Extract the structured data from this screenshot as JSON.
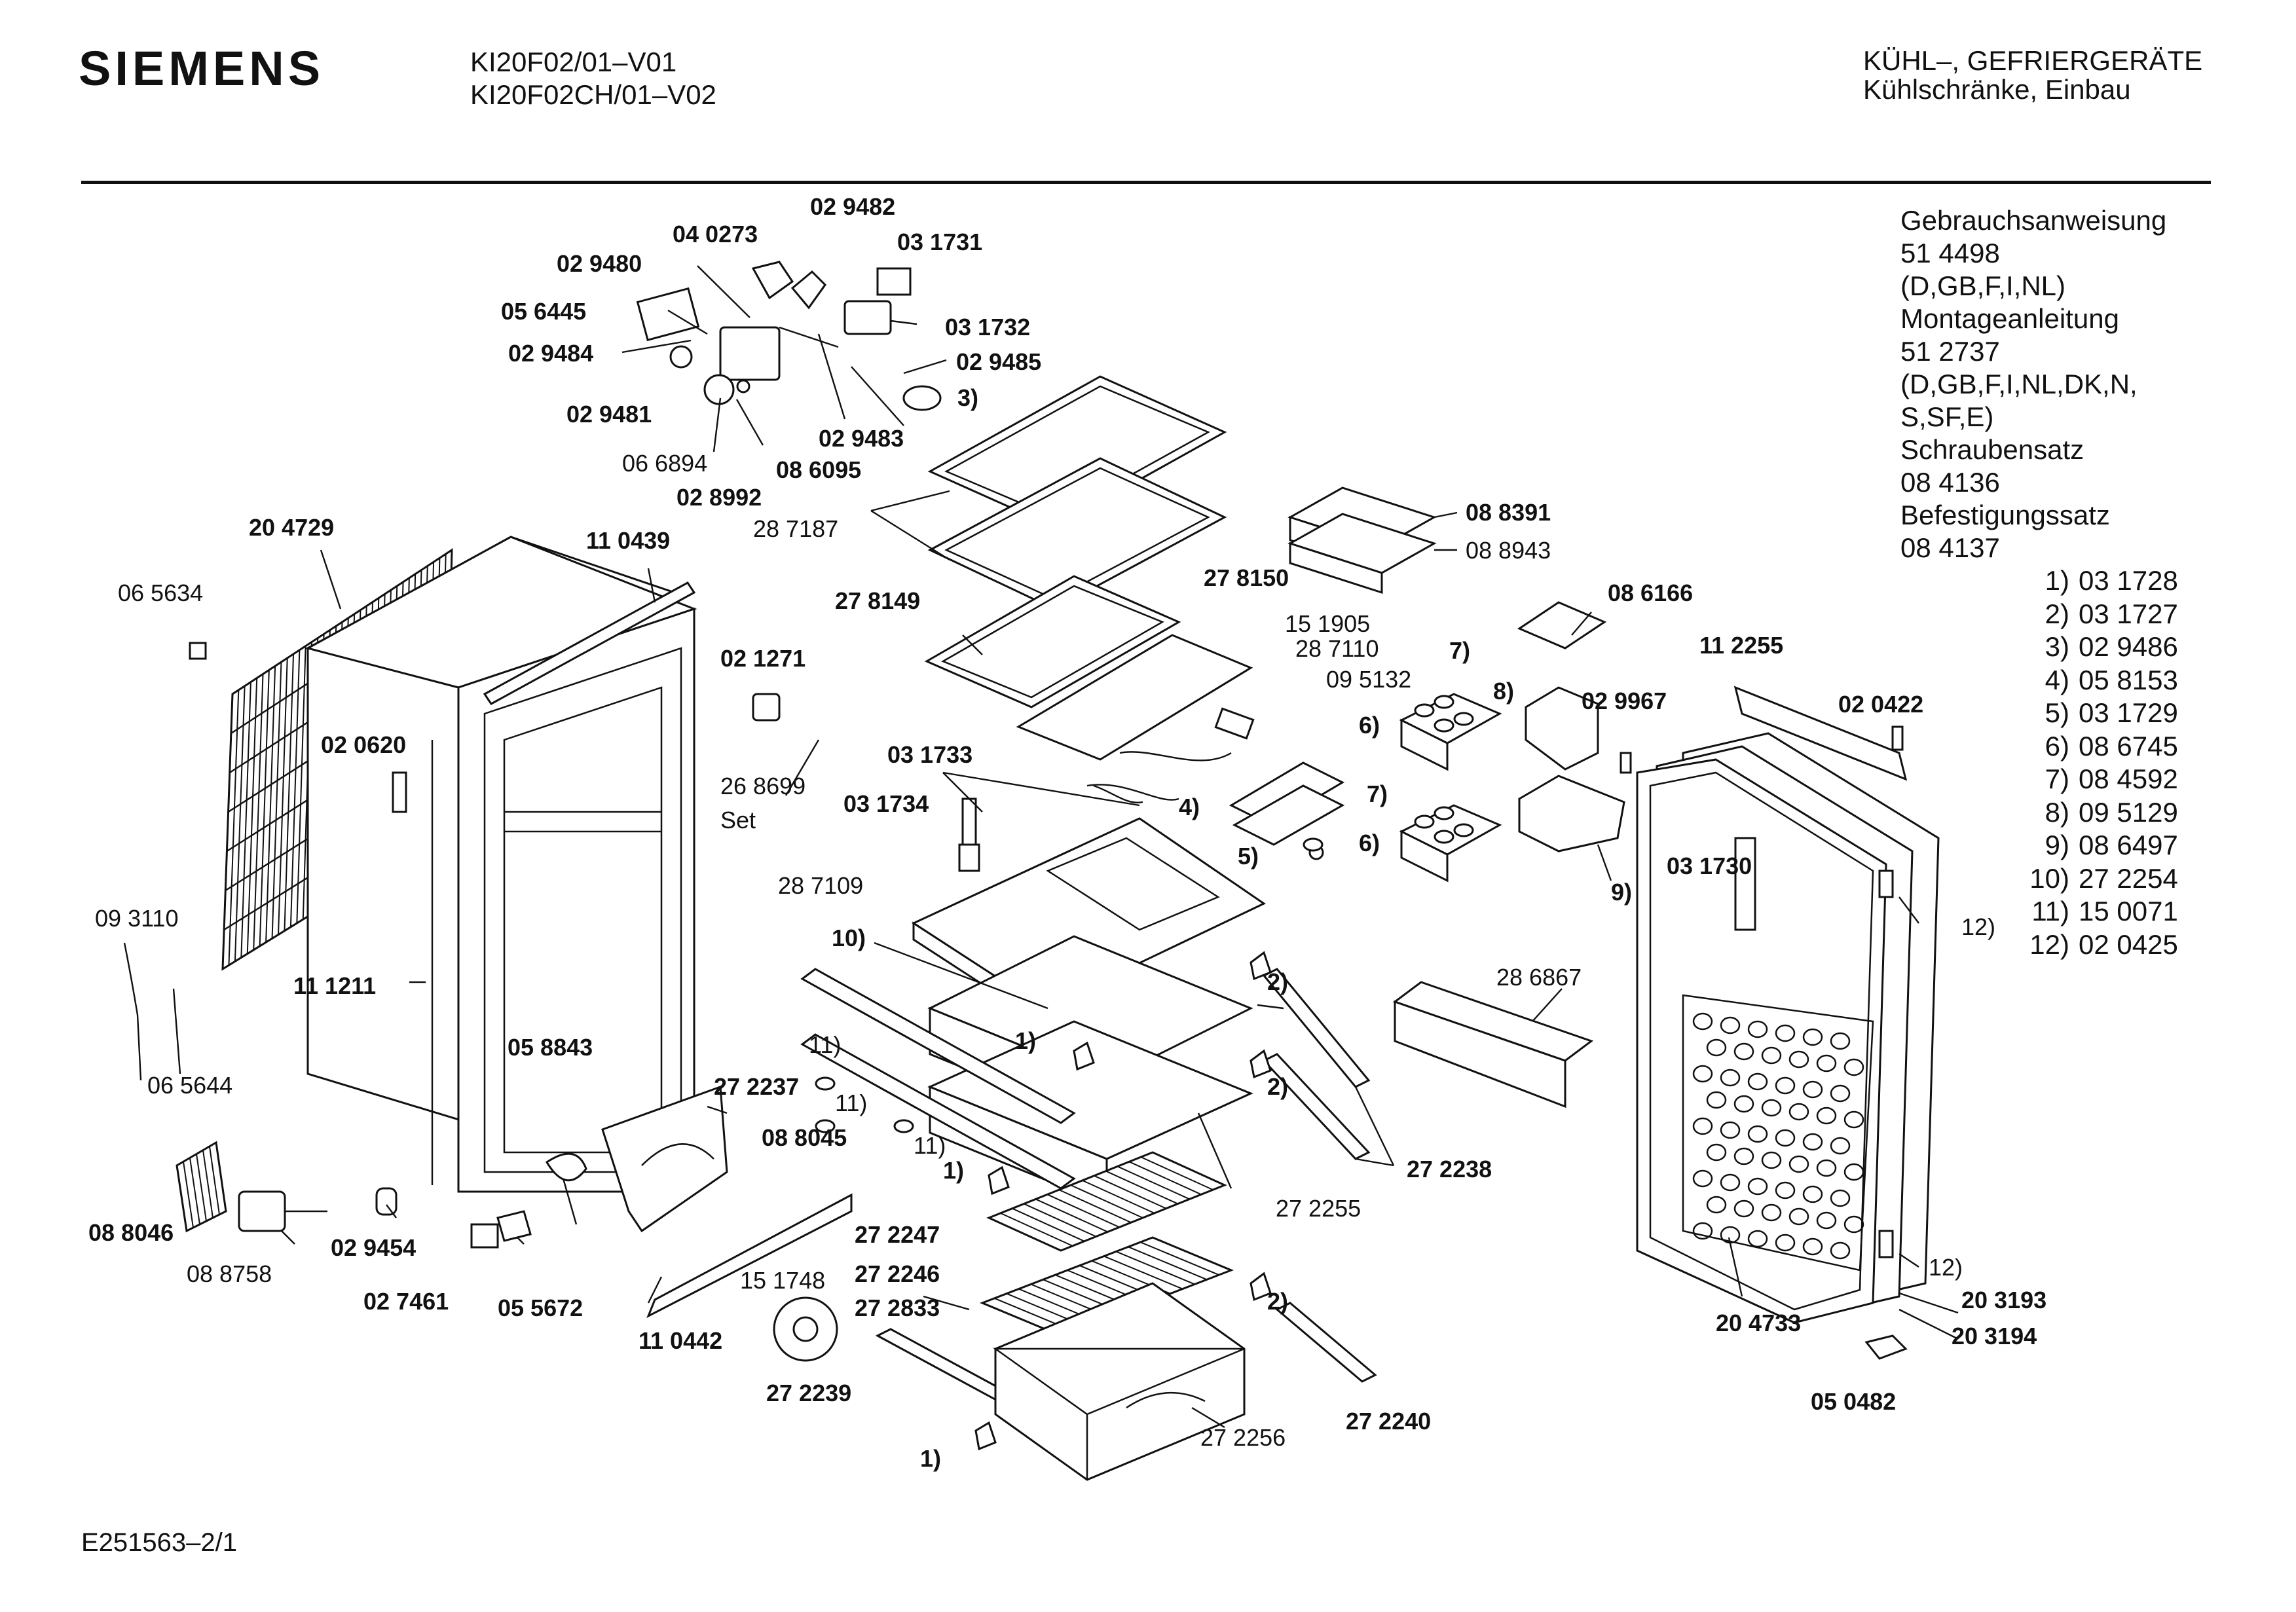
{
  "header": {
    "brand": "SIEMENS",
    "model_lines": [
      "KI20F02/01–V01",
      "KI20F02CH/01–V02"
    ],
    "category": "KÜHL–, GEFRIERGERÄTE",
    "subcategory": "Kühlschränke, Einbau"
  },
  "footer": {
    "drawing_number": "E251563–2/1"
  },
  "documents": [
    "Gebrauchsanweisung",
    "51 4498",
    "(D,GB,F,I,NL)",
    "Montageanleitung",
    "51 2737",
    "(D,GB,F,I,NL,DK,N,",
    "S,SF,E)",
    "Schraubensatz",
    "08 4136",
    "Befestigungssatz",
    "08 4137"
  ],
  "legend": [
    {
      "key": "1)",
      "part": "03 1728"
    },
    {
      "key": "2)",
      "part": "03 1727"
    },
    {
      "key": "3)",
      "part": "02 9486"
    },
    {
      "key": "4)",
      "part": "05 8153"
    },
    {
      "key": "5)",
      "part": "03 1729"
    },
    {
      "key": "6)",
      "part": "08 6745"
    },
    {
      "key": "7)",
      "part": "08 4592"
    },
    {
      "key": "8)",
      "part": "09 5129"
    },
    {
      "key": "9)",
      "part": "08 6497"
    },
    {
      "key": "10)",
      "part": "27 2254"
    },
    {
      "key": "11)",
      "part": "15 0071"
    },
    {
      "key": "12)",
      "part": "02 0425"
    }
  ],
  "part_labels": {
    "p029482": "02 9482",
    "p040273": "04 0273",
    "p031731": "03 1731",
    "p029480": "02 9480",
    "p056445": "05 6445",
    "p031732": "03 1732",
    "p029484": "02 9484",
    "p029485": "02 9485",
    "ref3a": "3)",
    "p029481": "02 9481",
    "p029483": "02 9483",
    "p066894": "06 6894",
    "p086095": "08 6095",
    "p028992": "02 8992",
    "p287187": "28 7187",
    "p204729": "20 4729",
    "p110439": "11 0439",
    "p065634": "06 5634",
    "p088391": "08 8391",
    "p088943": "08 8943",
    "p278149": "27 8149",
    "p278150": "27 8150",
    "p151905": "15 1905",
    "p287110": "28 7110",
    "p095132": "09 5132",
    "ref7a": "7)",
    "p086166": "08 6166",
    "p021271": "02 1271",
    "p112255": "11 2255",
    "ref8": "8)",
    "ref6a": "6)",
    "p029967": "02 9967",
    "p020422": "02 0422",
    "p020620": "02 0620",
    "p031733": "03 1733",
    "p268699": "26 8699",
    "set": "Set",
    "p031734": "03 1734",
    "ref4": "4)",
    "ref7b": "7)",
    "ref5": "5)",
    "ref6b": "6)",
    "ref9": "9)",
    "p031730": "03 1730",
    "p287109": "28 7109",
    "ref12a": "12)",
    "p093110": "09 3110",
    "ref10": "10)",
    "p286867": "28 6867",
    "p111211": "11 1211",
    "ref2a": "2)",
    "ref1a": "1)",
    "p058843": "05 8843",
    "ref11a": "11)",
    "p065644": "06 5644",
    "p272237": "27 2237",
    "ref11b": "11)",
    "ref2b": "2)",
    "p088045": "08 8045",
    "ref11c": "11)",
    "ref1b": "1)",
    "p272238": "27 2238",
    "p088046": "08 8046",
    "p029454": "02 9454",
    "p272247": "27 2247",
    "p272255": "27 2255",
    "p088758": "08 8758",
    "p272246": "27 2246",
    "ref12b": "12)",
    "p151748": "15 1748",
    "ref2c": "2)",
    "p203193": "20 3193",
    "p027461": "02 7461",
    "p055672": "05 5672",
    "p272833": "27 2833",
    "p204733": "20 4733",
    "p203194": "20 3194",
    "p110442": "11 0442",
    "p272239": "27 2239",
    "p050482": "05 0482",
    "p272240": "27 2240",
    "p272256": "27 2256",
    "ref1c": "1)"
  }
}
